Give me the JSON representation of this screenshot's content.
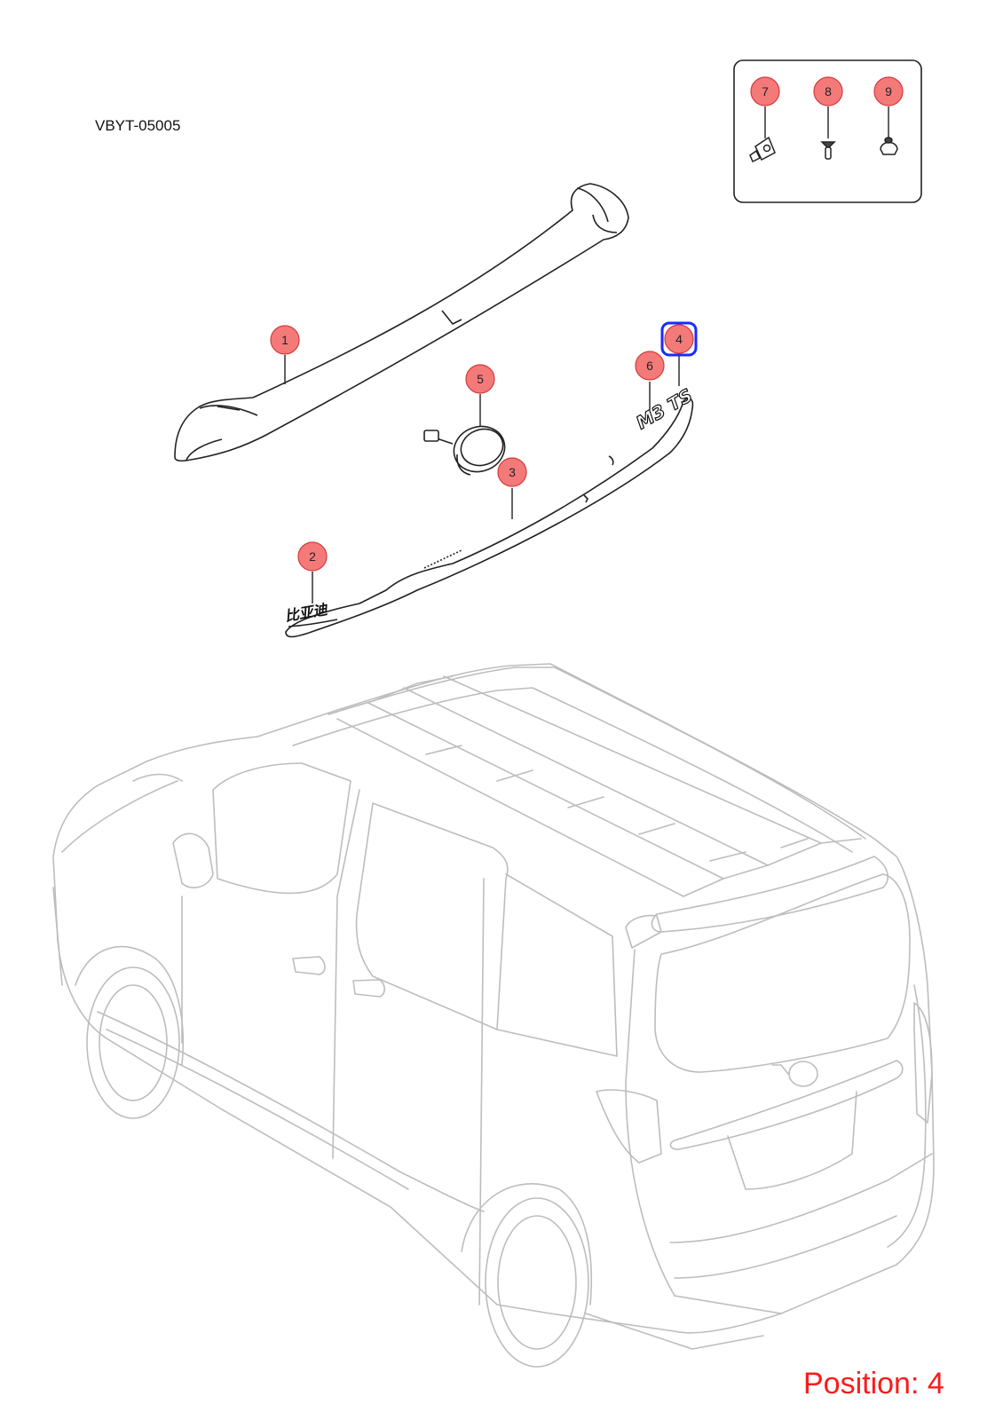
{
  "diagram_code": "VBYT-05005",
  "position_label": "Position: 4",
  "highlighted_callout": "4",
  "colors": {
    "callout_fill": "#f47a7a",
    "callout_stroke": "#d63a3a",
    "highlight": "#1a2bff",
    "position_text": "#ff1a1a",
    "vehicle_line": "#bdbdbd",
    "part_line": "#222222"
  },
  "callouts": [
    {
      "number": "1",
      "part": "spoiler"
    },
    {
      "number": "2",
      "part": "emblem-left"
    },
    {
      "number": "3",
      "part": "garnish-strip"
    },
    {
      "number": "4",
      "part": "emblem-right"
    },
    {
      "number": "5",
      "part": "camera-button"
    },
    {
      "number": "6",
      "part": "emblem-model"
    },
    {
      "number": "7",
      "part": "clip"
    },
    {
      "number": "8",
      "part": "screw"
    },
    {
      "number": "9",
      "part": "fastener"
    }
  ],
  "emblem_left_text": "比亚迪",
  "emblem_right_text": "M3 TS"
}
